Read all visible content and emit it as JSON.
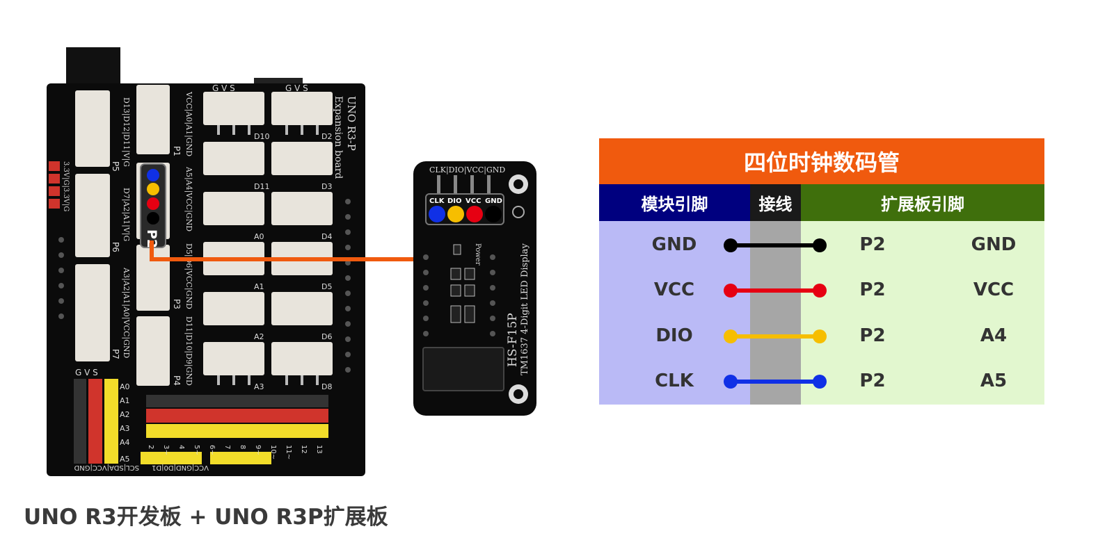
{
  "board_labels": {
    "shield_name_1": "UNO R3-P",
    "shield_name_2": "Expansion board",
    "port_P1": "P1",
    "port_P2": "P2",
    "port_P3": "P3",
    "port_P4": "P4",
    "port_P5": "P5",
    "port_P6": "P6",
    "port_P7": "P7",
    "p1_pins": "VCC|A0|A1|GND",
    "p2_pins": "A5|A4|VCC|GND",
    "p3_pins": "D5|D6|VCC|GND",
    "p4_pins": "D11|D10|D9|GND",
    "p5_pins": "D13|D12|D11|V|G",
    "p6_pins": "D7|A2|A1|V|G",
    "p7_pins": "A3|A2|A1|A0|VCC|GND",
    "power_pins": "3.3V|G|3.3V|G",
    "gvs_header": "G V S",
    "servo_labels": [
      "D10",
      "D2",
      "D11",
      "D3",
      "A0",
      "D4",
      "A1",
      "D5",
      "A2",
      "D6",
      "A3",
      "D8"
    ],
    "analog_rows": [
      "A0",
      "A1",
      "A2",
      "A3",
      "A4",
      "A5"
    ],
    "gvs_left": "G  V  S",
    "digital_numbers": [
      "2",
      "3~",
      "4",
      "5~",
      "6~",
      "7",
      "8",
      "9~",
      "10~",
      "11~",
      "12",
      "13"
    ],
    "bottom_left_header": "SCL|SDA|VCC|GND",
    "bottom_right_header": "VCC|GND|D0|D1",
    "highlight_port": "P2"
  },
  "module_labels": {
    "top_pins": "CLK|DIO|VCC|GND",
    "pin_tags": [
      "CLK",
      "DIO",
      "VCC",
      "GND"
    ],
    "power_text": "Power",
    "model": "HS-F15P",
    "description": "TM1637 4-Digit LED Display"
  },
  "wire_colors": {
    "orange": "#f05a0e",
    "clk": "#1030e6",
    "dio": "#f6be00",
    "vcc": "#e60012",
    "gnd": "#000000"
  },
  "table": {
    "title": "四位时钟数码管",
    "headers": {
      "module": "模块引脚",
      "wire": "接线",
      "board": "扩展板引脚"
    },
    "rows": [
      {
        "module_pin": "GND",
        "port": "P2",
        "board_pin": "GND",
        "color": "#000000"
      },
      {
        "module_pin": "VCC",
        "port": "P2",
        "board_pin": "VCC",
        "color": "#e60012"
      },
      {
        "module_pin": "DIO",
        "port": "P2",
        "board_pin": "A4",
        "color": "#f6be00"
      },
      {
        "module_pin": "CLK",
        "port": "P2",
        "board_pin": "A5",
        "color": "#1030e6"
      }
    ]
  },
  "caption": "UNO R3开发板 + UNO R3P扩展板"
}
